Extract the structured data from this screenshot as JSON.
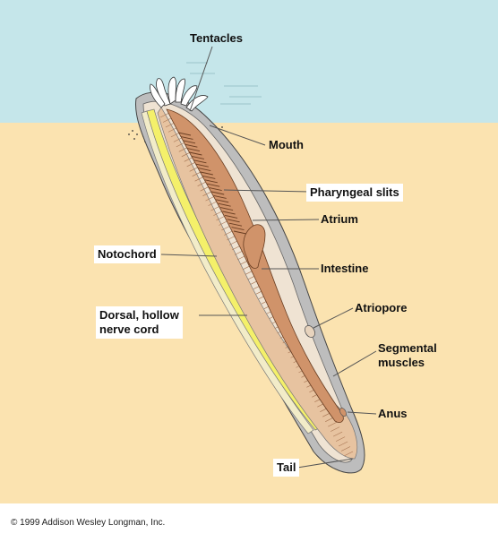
{
  "colors": {
    "water": "#c5e6ea",
    "sand": "#fbe3b0",
    "skin": "#b9b9b9",
    "body_fill": "#efe3d3",
    "gut": "#d0936a",
    "muscle": "#e7c3a0",
    "notochord": "#f4f06a",
    "nerve_cord": "#f2ecc8",
    "line": "#555555"
  },
  "labels": {
    "tentacles": "Tentacles",
    "mouth": "Mouth",
    "pharyngeal_slits": "Pharyngeal slits",
    "atrium": "Atrium",
    "notochord": "Notochord",
    "intestine": "Intestine",
    "nerve_cord": "Dorsal, hollow\nnerve cord",
    "atriopore": "Atriopore",
    "segmental_muscles": "Segmental\nmuscles",
    "anus": "Anus",
    "tail": "Tail"
  },
  "copyright": "© 1999 Addison Wesley Longman, Inc."
}
